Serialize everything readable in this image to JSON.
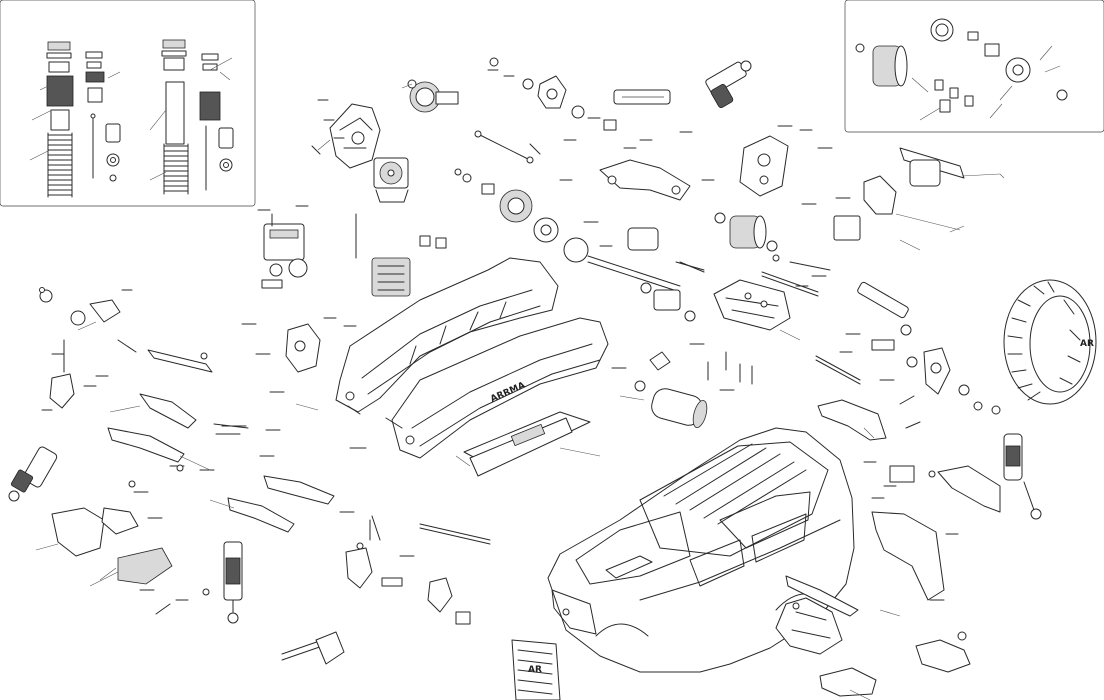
{
  "diagram": {
    "type": "exploded-parts-view",
    "colors": {
      "line": "#2a2a2a",
      "background": "#ffffff",
      "shade": "#d9d9d9"
    },
    "inset_frames": [
      "shock-detail-inset",
      "diff-detail-inset"
    ],
    "embossed_marks": {
      "chassis_logo": "ARRMA",
      "brand_mark": "AR"
    }
  }
}
